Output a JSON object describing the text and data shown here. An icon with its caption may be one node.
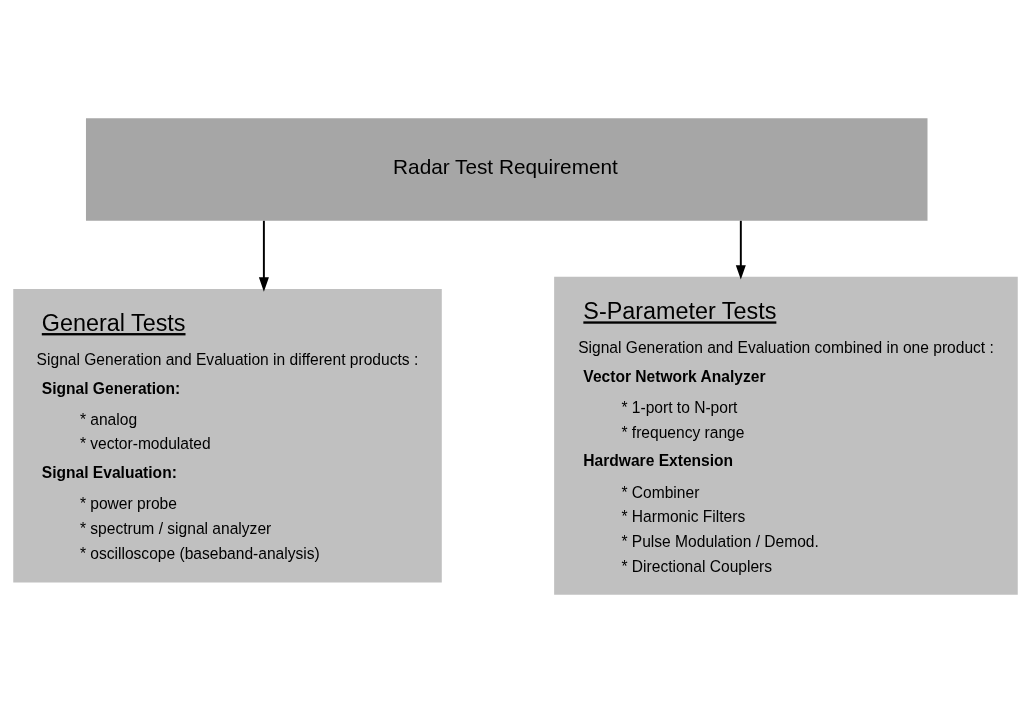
{
  "diagram": {
    "nodes": [
      {
        "text": [
          "Radar Test Requirement"
        ]
      },
      {
        "text": [
          "General Tests",
          "Signal Generation and Evaluation in different products :",
          "Signal Generation:",
          "* analog",
          "* vector-modulated",
          "Signal Evaluation:",
          "* power probe",
          "* spectrum / signal analyzer",
          "* oscilloscope (baseband-analysis)"
        ]
      },
      {
        "text": [
          "S-Parameter Tests",
          "Signal Generation and Evaluation combined in one product :",
          "Vector Network Analyzer",
          "* 1-port to N-port",
          "* frequency range",
          "Hardware Extension",
          "* Combiner",
          "* Harmonic Filters",
          "* Pulse Modulation / Demod.",
          "* Directional Couplers"
        ]
      }
    ],
    "edges": [
      {
        "from": 0,
        "to": 1,
        "arrow": "to"
      },
      {
        "from": 0,
        "to": 2,
        "arrow": "to"
      }
    ]
  }
}
